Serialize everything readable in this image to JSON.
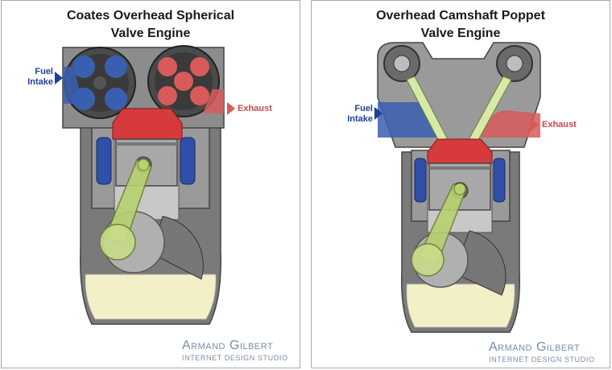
{
  "left": {
    "title_line1": "Coates Overhead Spherical",
    "title_line2": "Valve Engine",
    "fuel_line1": "Fuel",
    "fuel_line2": "Intake",
    "exhaust": "Exhaust",
    "brand_name": "Armand Gilbert",
    "brand_sub": "INTERNET DESIGN STUDIO"
  },
  "right": {
    "title_line1": "Overhead Camshaft Poppet",
    "title_line2": "Valve Engine",
    "fuel_line1": "Fuel",
    "fuel_line2": "Intake",
    "exhaust": "Exhaust",
    "brand_name": "Armand Gilbert",
    "brand_sub": "INTERNET DESIGN STUDIO"
  },
  "colors": {
    "intake": "#3a5fb0",
    "exhaust": "#d85a5a",
    "combustion": "#d63a3a",
    "block": "#808080",
    "oil": "#f3f0c8",
    "rod": "#b8d070"
  }
}
